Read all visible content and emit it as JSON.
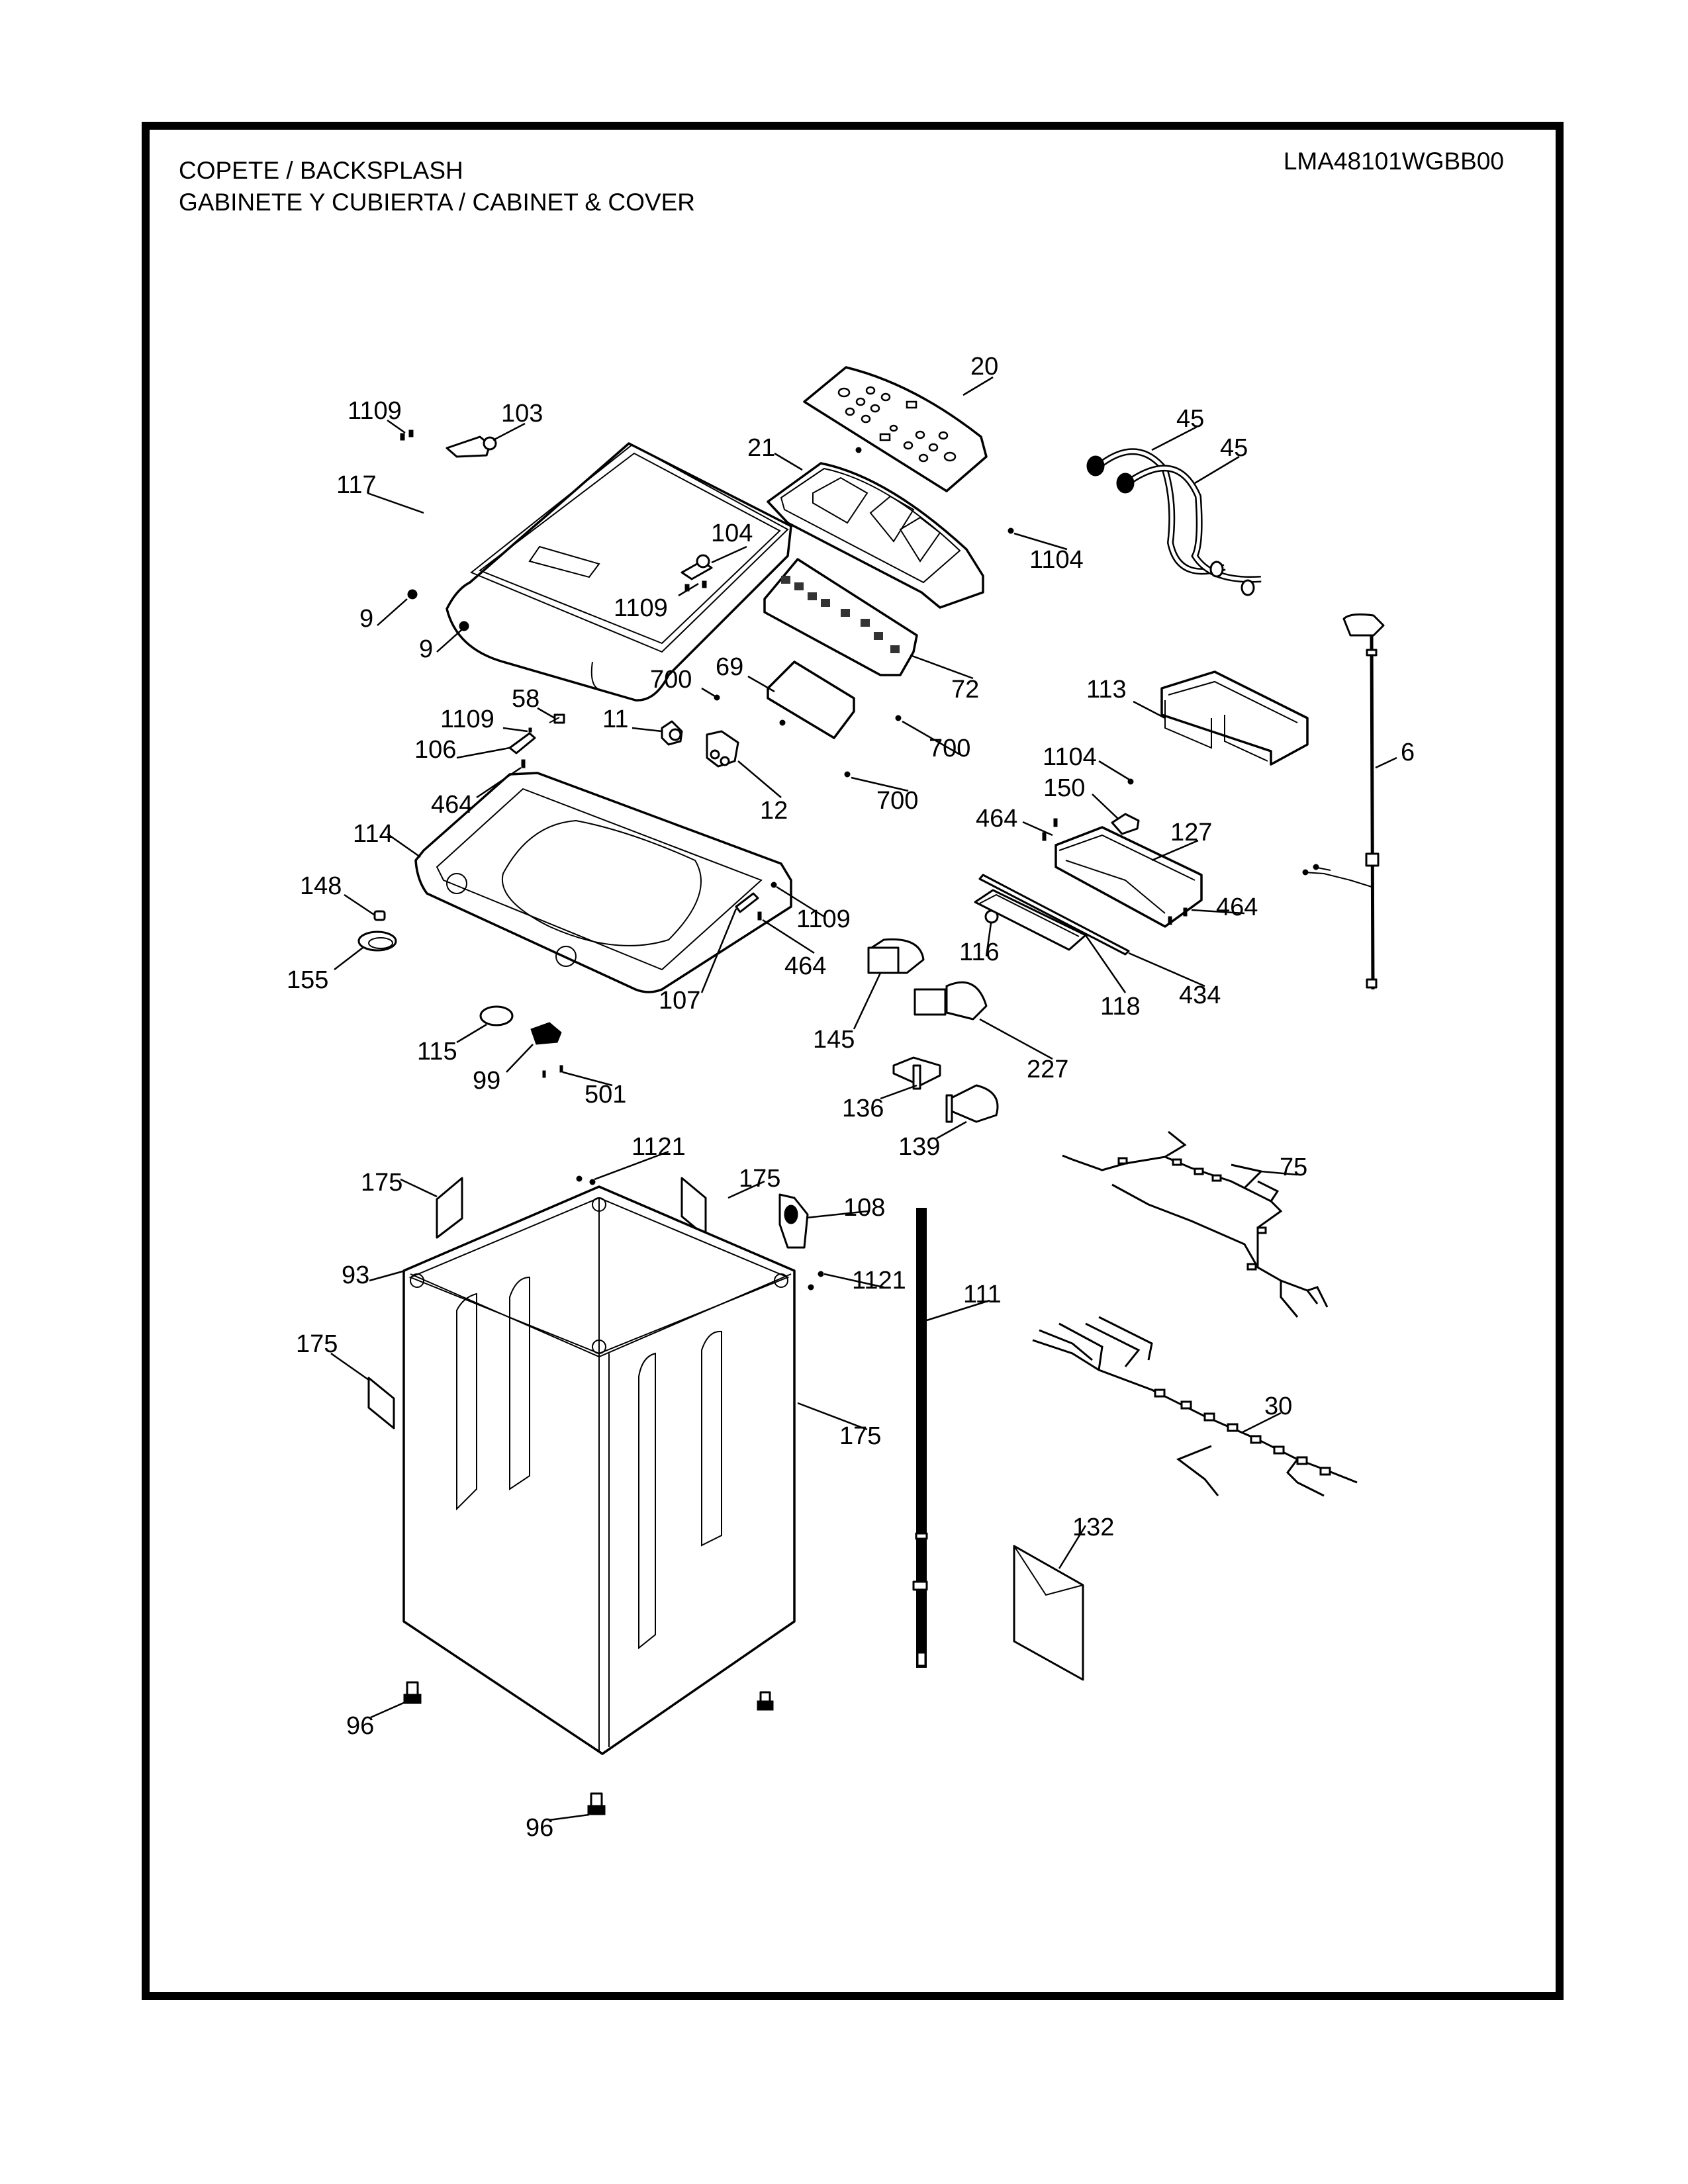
{
  "header": {
    "title_line1": "COPETE / BACKSPLASH",
    "title_line2": "GABINETE Y CUBIERTA / CABINET & COVER",
    "model_number": "LMA48101WGBB00"
  },
  "callouts": [
    {
      "id": "c-1109-a",
      "label": "1109",
      "part": "screw"
    },
    {
      "id": "c-103",
      "label": "103",
      "part": "lid hinge left"
    },
    {
      "id": "c-117",
      "label": "117",
      "part": "lid assembly"
    },
    {
      "id": "c-104",
      "label": "104",
      "part": "lid hinge right"
    },
    {
      "id": "c-1109-b",
      "label": "1109",
      "part": "screw"
    },
    {
      "id": "c-9-a",
      "label": "9",
      "part": "bumper"
    },
    {
      "id": "c-9-b",
      "label": "9",
      "part": "bumper"
    },
    {
      "id": "c-20",
      "label": "20",
      "part": "control panel decal"
    },
    {
      "id": "c-21",
      "label": "21",
      "part": "backsplash"
    },
    {
      "id": "c-1104-a",
      "label": "1104",
      "part": "screw"
    },
    {
      "id": "c-45-a",
      "label": "45",
      "part": "inlet hose"
    },
    {
      "id": "c-45-b",
      "label": "45",
      "part": "inlet hose"
    },
    {
      "id": "c-72",
      "label": "72",
      "part": "display PCB"
    },
    {
      "id": "c-69",
      "label": "69",
      "part": "main PCB"
    },
    {
      "id": "c-700-a",
      "label": "700",
      "part": "screw"
    },
    {
      "id": "c-700-b",
      "label": "700",
      "part": "screw"
    },
    {
      "id": "c-700-c",
      "label": "700",
      "part": "screw"
    },
    {
      "id": "c-113",
      "label": "113",
      "part": "dispenser housing"
    },
    {
      "id": "c-6",
      "label": "6",
      "part": "power cord"
    },
    {
      "id": "c-58",
      "label": "58",
      "part": "lid switch"
    },
    {
      "id": "c-1109-c",
      "label": "1109",
      "part": "screw"
    },
    {
      "id": "c-11",
      "label": "11",
      "part": "water level sensor"
    },
    {
      "id": "c-106",
      "label": "106",
      "part": "hinge bracket"
    },
    {
      "id": "c-12",
      "label": "12",
      "part": "inlet valve"
    },
    {
      "id": "c-464-a",
      "label": "464",
      "part": "screw"
    },
    {
      "id": "c-1104-b",
      "label": "1104",
      "part": "screw"
    },
    {
      "id": "c-150",
      "label": "150",
      "part": "dispenser switch"
    },
    {
      "id": "c-464-b",
      "label": "464",
      "part": "screw"
    },
    {
      "id": "c-127",
      "label": "127",
      "part": "dispenser body"
    },
    {
      "id": "c-114",
      "label": "114",
      "part": "top cover"
    },
    {
      "id": "c-148",
      "label": "148",
      "part": "cap"
    },
    {
      "id": "c-155",
      "label": "155",
      "part": "bleach inlet"
    },
    {
      "id": "c-464-c",
      "label": "464",
      "part": "screw"
    },
    {
      "id": "c-1109-d",
      "label": "1109",
      "part": "screw"
    },
    {
      "id": "c-464-d",
      "label": "464",
      "part": "screw"
    },
    {
      "id": "c-107",
      "label": "107",
      "part": "hinge bracket"
    },
    {
      "id": "c-116",
      "label": "116",
      "part": "siphon cap"
    },
    {
      "id": "c-118",
      "label": "118",
      "part": "dispenser drawer"
    },
    {
      "id": "c-434",
      "label": "434",
      "part": "gasket"
    },
    {
      "id": "c-145",
      "label": "145",
      "part": "detergent cup"
    },
    {
      "id": "c-227",
      "label": "227",
      "part": "softener cup"
    },
    {
      "id": "c-115",
      "label": "115",
      "part": "inlet"
    },
    {
      "id": "c-99",
      "label": "99",
      "part": "lid lock"
    },
    {
      "id": "c-501",
      "label": "501",
      "part": "screw"
    },
    {
      "id": "c-136",
      "label": "136",
      "part": "bracket"
    },
    {
      "id": "c-139",
      "label": "139",
      "part": "bracket"
    },
    {
      "id": "c-1121-a",
      "label": "1121",
      "part": "screw"
    },
    {
      "id": "c-175-a",
      "label": "175",
      "part": "pad"
    },
    {
      "id": "c-175-b",
      "label": "175",
      "part": "pad"
    },
    {
      "id": "c-108",
      "label": "108",
      "part": "drain hose guide"
    },
    {
      "id": "c-75",
      "label": "75",
      "part": "wire harness"
    },
    {
      "id": "c-93",
      "label": "93",
      "part": "cabinet"
    },
    {
      "id": "c-1121-b",
      "label": "1121",
      "part": "screw"
    },
    {
      "id": "c-111",
      "label": "111",
      "part": "drain hose"
    },
    {
      "id": "c-175-c",
      "label": "175",
      "part": "pad"
    },
    {
      "id": "c-175-d",
      "label": "175",
      "part": "pad"
    },
    {
      "id": "c-30",
      "label": "30",
      "part": "wire harness"
    },
    {
      "id": "c-132",
      "label": "132",
      "part": "manual bag"
    },
    {
      "id": "c-96-a",
      "label": "96",
      "part": "leveling foot"
    },
    {
      "id": "c-96-b",
      "label": "96",
      "part": "leveling foot"
    }
  ]
}
